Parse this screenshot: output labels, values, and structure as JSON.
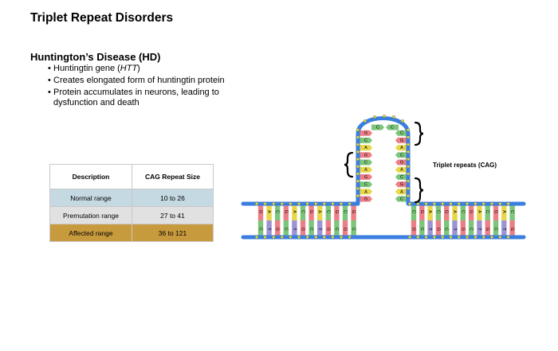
{
  "slide": {
    "title": "Triplet Repeat Disorders",
    "section_heading": "Huntington’s Disease (HD)",
    "bullets": [
      {
        "prefix": "Huntingtin gene (",
        "emph": "HTT",
        "suffix": ")"
      },
      {
        "text": "Creates elongated form of huntingtin protein"
      },
      {
        "text": "Protein accumulates in neurons, leading to dysfunction and death"
      }
    ]
  },
  "table": {
    "headers": [
      "Description",
      "CAG Repeat Size"
    ],
    "rows": [
      {
        "description": "Normal range",
        "size": "10 to 26"
      },
      {
        "description": "Premutation range",
        "size": "27 to 41"
      },
      {
        "description": "Affected range",
        "size": "36 to 121"
      }
    ]
  },
  "diagram": {
    "label": "Triplet repeats (CAG)",
    "colors": {
      "backbone": "#3a7fe0",
      "C": "#7dc57a",
      "A": "#e8d74a",
      "G": "#ec7e86",
      "T": "#9c93d4",
      "node": "#e2e23a"
    },
    "left_duplex_top": [
      "G",
      "A",
      "C",
      "G",
      "A",
      "C",
      "G",
      "A",
      "C",
      "G",
      "C",
      "G"
    ],
    "left_duplex_bottom": [
      "C",
      "T",
      "G",
      "C",
      "T",
      "G",
      "C",
      "T",
      "G",
      "C",
      "G",
      "C"
    ],
    "right_duplex_top": [
      "C",
      "G",
      "A",
      "C",
      "G",
      "A",
      "C",
      "G",
      "A",
      "C",
      "G",
      "A",
      "C"
    ],
    "right_duplex_bottom": [
      "G",
      "C",
      "T",
      "G",
      "C",
      "T",
      "G",
      "C",
      "T",
      "G",
      "C",
      "T",
      "G"
    ],
    "hairpin_left": [
      "G",
      "A",
      "C",
      "G",
      "A",
      "C",
      "G",
      "A",
      "C",
      "G"
    ],
    "hairpin_right": [
      "C",
      "A",
      "G",
      "C",
      "A",
      "G",
      "C",
      "A",
      "G",
      "C"
    ]
  }
}
